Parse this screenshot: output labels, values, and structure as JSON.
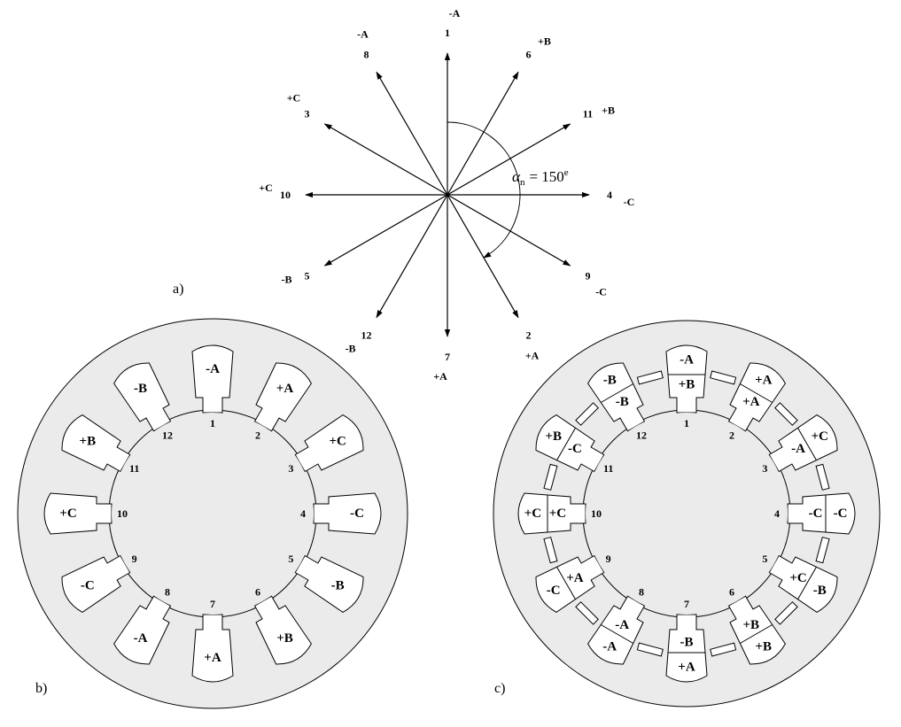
{
  "panels": {
    "a": "a)",
    "b": "b)",
    "c": "c)"
  },
  "phasor": {
    "alpha_symbol": "α",
    "alpha_sub": "n",
    "alpha_value": "= 150",
    "alpha_sup": "e",
    "vectors": [
      {
        "num": "1",
        "phase": "-A"
      },
      {
        "num": "2",
        "phase": "+A"
      },
      {
        "num": "3",
        "phase": "+C"
      },
      {
        "num": "4",
        "phase": "-C"
      },
      {
        "num": "5",
        "phase": "-B"
      },
      {
        "num": "6",
        "phase": "+B"
      },
      {
        "num": "7",
        "phase": "+A"
      },
      {
        "num": "8",
        "phase": "-A"
      },
      {
        "num": "9",
        "phase": "-C"
      },
      {
        "num": "10",
        "phase": "+C"
      },
      {
        "num": "11",
        "phase": "+B"
      },
      {
        "num": "12",
        "phase": "-B"
      }
    ]
  },
  "stator_b": {
    "coils": [
      "-A",
      "+A",
      "+C",
      "-C",
      "-B",
      "+B",
      "+A",
      "-A",
      "-C",
      "+C",
      "+B",
      "-B"
    ],
    "slots": [
      "1",
      "2",
      "3",
      "4",
      "5",
      "6",
      "7",
      "8",
      "9",
      "10",
      "11",
      "12"
    ]
  },
  "stator_c": {
    "coils": [
      {
        "outer": "-A",
        "inner": "+B"
      },
      {
        "outer": "+A",
        "inner": "+A"
      },
      {
        "outer": "+C",
        "inner": "-A"
      },
      {
        "outer": "-C",
        "inner": "-C"
      },
      {
        "outer": "-B",
        "inner": "+C"
      },
      {
        "outer": "+B",
        "inner": "+B"
      },
      {
        "outer": "+A",
        "inner": "-B"
      },
      {
        "outer": "-A",
        "inner": "-A"
      },
      {
        "outer": "-C",
        "inner": "+A"
      },
      {
        "outer": "+C",
        "inner": "+C"
      },
      {
        "outer": "+B",
        "inner": "-C"
      },
      {
        "outer": "-B",
        "inner": "-B"
      }
    ],
    "slots": [
      "1",
      "2",
      "3",
      "4",
      "5",
      "6",
      "7",
      "8",
      "9",
      "10",
      "11",
      "12"
    ]
  }
}
